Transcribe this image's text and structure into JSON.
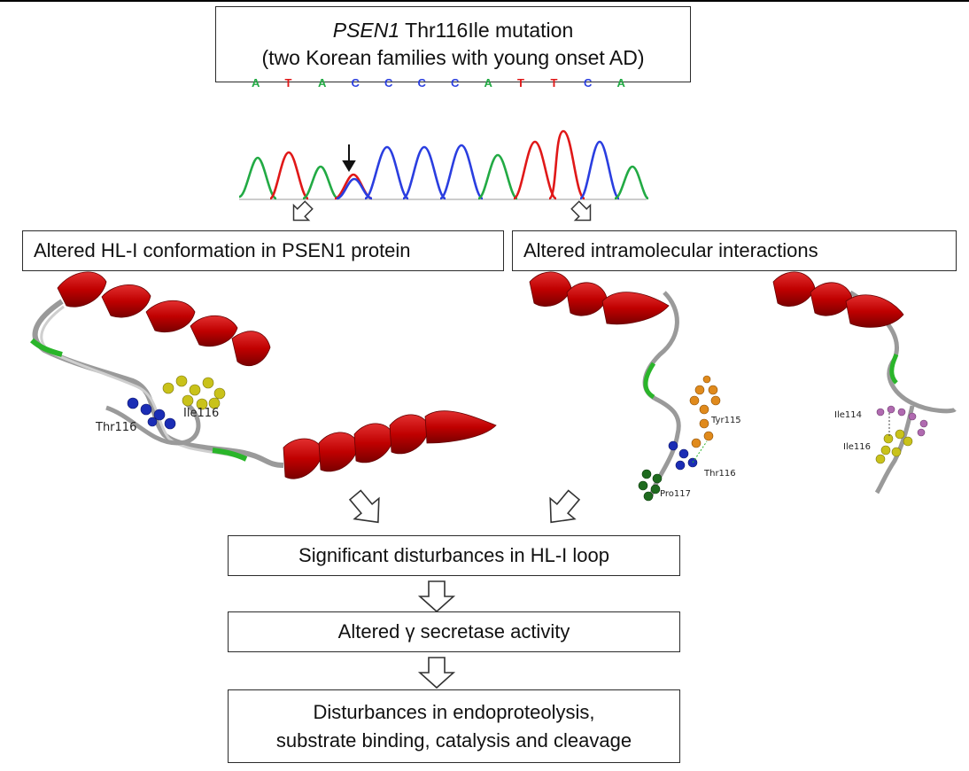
{
  "title": {
    "gene": "PSEN1",
    "mutation": "Thr116Ile mutation",
    "subtitle": "(two Korean families with young onset AD)"
  },
  "sequence": {
    "bases": [
      "A",
      "T",
      "A",
      "C",
      "C",
      "C",
      "C",
      "A",
      "T",
      "T",
      "C",
      "A"
    ],
    "colors": {
      "A": "#22aa44",
      "T": "#e01818",
      "C": "#2a3ee0",
      "G": "#111111"
    }
  },
  "boxes": {
    "conformation": "Altered HL-I conformation in PSEN1 protein",
    "interactions": "Altered intramolecular interactions",
    "disturbances": "Significant disturbances in HL-I loop",
    "gamma": "Altered γ secretase activity",
    "endo_line1": "Disturbances in endoproteolysis,",
    "endo_line2": "substrate binding, catalysis and  cleavage"
  },
  "structure_labels": {
    "left_thr": "Thr116",
    "left_ile": "Ile116",
    "mid_tyr": "Tyr115",
    "mid_thr": "Thr116",
    "mid_pro": "Pro117",
    "right_ile114": "Ile114",
    "right_ile116": "Ile116"
  }
}
